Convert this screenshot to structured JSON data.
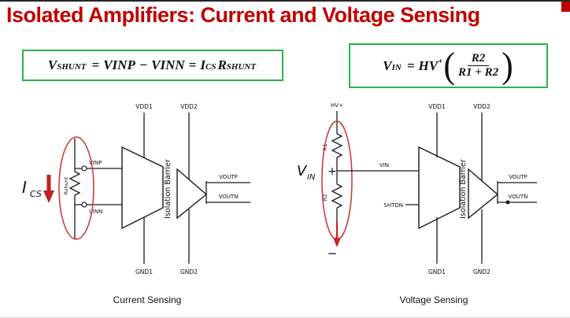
{
  "slide": {
    "title": "Isolated Amplifiers: Current and Voltage Sensing"
  },
  "formula_shunt": {
    "v": "V",
    "v_sub": "SHUNT",
    "eq1": "=",
    "vinp": "VINP",
    "minus": "−",
    "vinn": "VINN",
    "eq2": "=",
    "i": "I",
    "i_sub": "CS",
    "r": "R",
    "r_sub": "SHUNT"
  },
  "formula_divider": {
    "v": "V",
    "v_sub": "IN",
    "eq": "=",
    "hv": "HV",
    "hv_sup": "+",
    "open": "(",
    "close": ")",
    "num": "R2",
    "den": "R1 + R2"
  },
  "current": {
    "caption": "Current Sensing",
    "ics": "I",
    "ics_sub": "CS",
    "rshunt": "Rshunt",
    "vinp": "VINP",
    "vinn": "VINN",
    "vdd1": "VDD1",
    "vdd2": "VDD2",
    "gnd1": "GND1",
    "gnd2": "GND2",
    "voutp": "VOUTP",
    "voutn": "VOUTN",
    "barrier": "Isolation Barrier"
  },
  "voltage": {
    "caption": "Voltage Sensing",
    "hv": "HV+",
    "r1": "R1",
    "r2": "R2",
    "v": "V",
    "v_sub": "IN",
    "plus": "+",
    "minus": "−",
    "vin": "VIN",
    "shtdn": "SHTDN",
    "vdd1": "VDD1",
    "vdd2": "VDD2",
    "gnd1": "GND1",
    "gnd2": "GND2",
    "voutp": "VOUTP",
    "voutn": "VOUTN",
    "barrier": "Isolation Barrier"
  },
  "colors": {
    "title_red": "#c00000",
    "box_green": "#2db34a",
    "accent_red": "#bb2222",
    "barrier_red": "#e8413c",
    "wire_black": "#1a1a1a"
  }
}
